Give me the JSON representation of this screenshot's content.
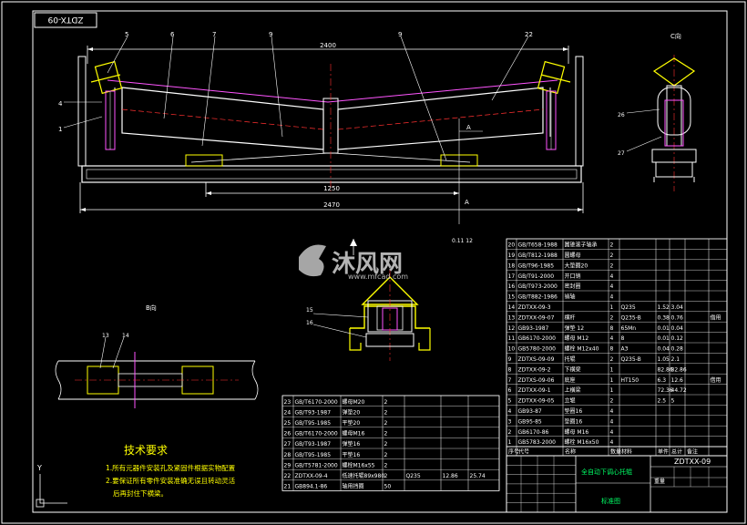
{
  "drawing": {
    "code_box": "ZDTX-09",
    "dim_2400": "2400",
    "dim_1250": "1250",
    "dim_2470": "2470",
    "dim_section": "A",
    "dim_small": "0.11 12",
    "view_c": "C向",
    "view_b": "B向",
    "leader_labels": [
      "5",
      "6",
      "7",
      "9",
      "9",
      "22",
      "4",
      "1",
      "13",
      "14",
      "15",
      "16",
      "26",
      "27"
    ],
    "watermark_cn": "沐风网",
    "watermark_url": "www.mfcad.com"
  },
  "notes": {
    "title": "技术要求",
    "line1": "1.所有元器件安装孔及紧固件根据实物配置",
    "line2": "2.要保证所有零件安装准确无误且转动灵活",
    "line3": "后再封住下横梁。"
  },
  "parts_right": [
    [
      "20",
      "GB/T658-1988",
      "圆锥滚子轴承",
      "2",
      "",
      "",
      "",
      "",
      ""
    ],
    [
      "19",
      "GB/T812-1988",
      "圆螺母",
      "2",
      "",
      "",
      "",
      "",
      ""
    ],
    [
      "18",
      "GB/T96-1985",
      "大垫圈20",
      "2",
      "",
      "",
      "",
      "",
      ""
    ],
    [
      "17",
      "GB/T91-2000",
      "开口销",
      "4",
      "",
      "",
      "",
      "",
      ""
    ],
    [
      "16",
      "GB/T973-2000",
      "密封圈",
      "4",
      "",
      "",
      "",
      "",
      ""
    ],
    [
      "15",
      "GB/T882-1986",
      "销轴",
      "4",
      "",
      "",
      "",
      "",
      ""
    ],
    [
      "14",
      "ZDTXX-09-3",
      "",
      "1",
      "Q235",
      "1.52",
      "3.04",
      "",
      ""
    ],
    [
      "13",
      "ZDTXX-09-07",
      "横杆",
      "2",
      "Q235-B",
      "0.38",
      "0.76",
      "",
      "借用"
    ],
    [
      "12",
      "GB93-1987",
      "弹垫 12",
      "8",
      "65Mn",
      "0.01",
      "0.04",
      "",
      ""
    ],
    [
      "11",
      "GB6170-2000",
      "螺母 M12",
      "4",
      "8",
      "0.01",
      "0.12",
      "",
      ""
    ],
    [
      "10",
      "GB5780-2000",
      "螺栓 M12x40",
      "8",
      "A3",
      "0.04",
      "0.28",
      "",
      ""
    ],
    [
      "9",
      "ZDTXS-09-09",
      "托辊",
      "2",
      "Q235-B",
      "1.05",
      "2.1",
      "",
      ""
    ],
    [
      "8",
      "ZDTXX-09-2",
      "下横梁",
      "1",
      "",
      "82.86",
      "82.86",
      "",
      ""
    ],
    [
      "7",
      "ZDTXS-09-06",
      "底座",
      "1",
      "HT150",
      "6.3",
      "12.6",
      "",
      "借用"
    ],
    [
      "6",
      "ZDTXX-09-1",
      "上横梁",
      "1",
      "",
      "72.36",
      "44.72",
      "",
      ""
    ],
    [
      "5",
      "ZDTXX-09-05",
      "立辊",
      "2",
      "",
      "2.5",
      "5",
      "",
      ""
    ],
    [
      "4",
      "GB93-87",
      "垫圈16",
      "4",
      "",
      "",
      "",
      "",
      ""
    ],
    [
      "3",
      "GB95-85",
      "垫圈16",
      "4",
      "",
      "",
      "",
      "",
      ""
    ],
    [
      "2",
      "GB6170-86",
      "螺母 M16",
      "4",
      "",
      "",
      "",
      "",
      ""
    ],
    [
      "1",
      "GB5783-2000",
      "螺栓 M16x50",
      "4",
      "",
      "",
      "",
      "",
      ""
    ]
  ],
  "parts_left": [
    [
      "23",
      "GB/T6170-2000",
      "螺母M20",
      "2",
      "",
      "",
      ""
    ],
    [
      "24",
      "GB/T93-1987",
      "弹垫20",
      "2",
      "",
      "",
      ""
    ],
    [
      "25",
      "GB/T95-1985",
      "平垫20",
      "2",
      "",
      "",
      ""
    ],
    [
      "26",
      "GB/T6170-2000",
      "螺母M16",
      "2",
      "",
      "",
      ""
    ],
    [
      "27",
      "GB/T93-1987",
      "弹垫16",
      "2",
      "",
      "",
      ""
    ],
    [
      "28",
      "GB/T95-1985",
      "平垫16",
      "2",
      "",
      "",
      ""
    ],
    [
      "29",
      "GB/T5781-2000",
      "螺栓M16x55",
      "2",
      "",
      "",
      ""
    ],
    [
      "22",
      "ZDTXX-09-4",
      "低速托辊89x980",
      "2",
      "Q235",
      "12.86",
      "25.74"
    ],
    [
      "21",
      "GB894.1-86",
      "轴用挡圈",
      "50",
      "",
      "",
      ""
    ]
  ],
  "title_block": {
    "header": [
      "序号",
      "代号",
      "名称",
      "数量",
      "材料",
      "单件",
      "总计",
      "备注"
    ],
    "name": "全自动下调心托辊",
    "code": "ZDTXX-09",
    "subtitle": "标准图",
    "mass_hdr": "重量"
  },
  "axis_label": "Y"
}
